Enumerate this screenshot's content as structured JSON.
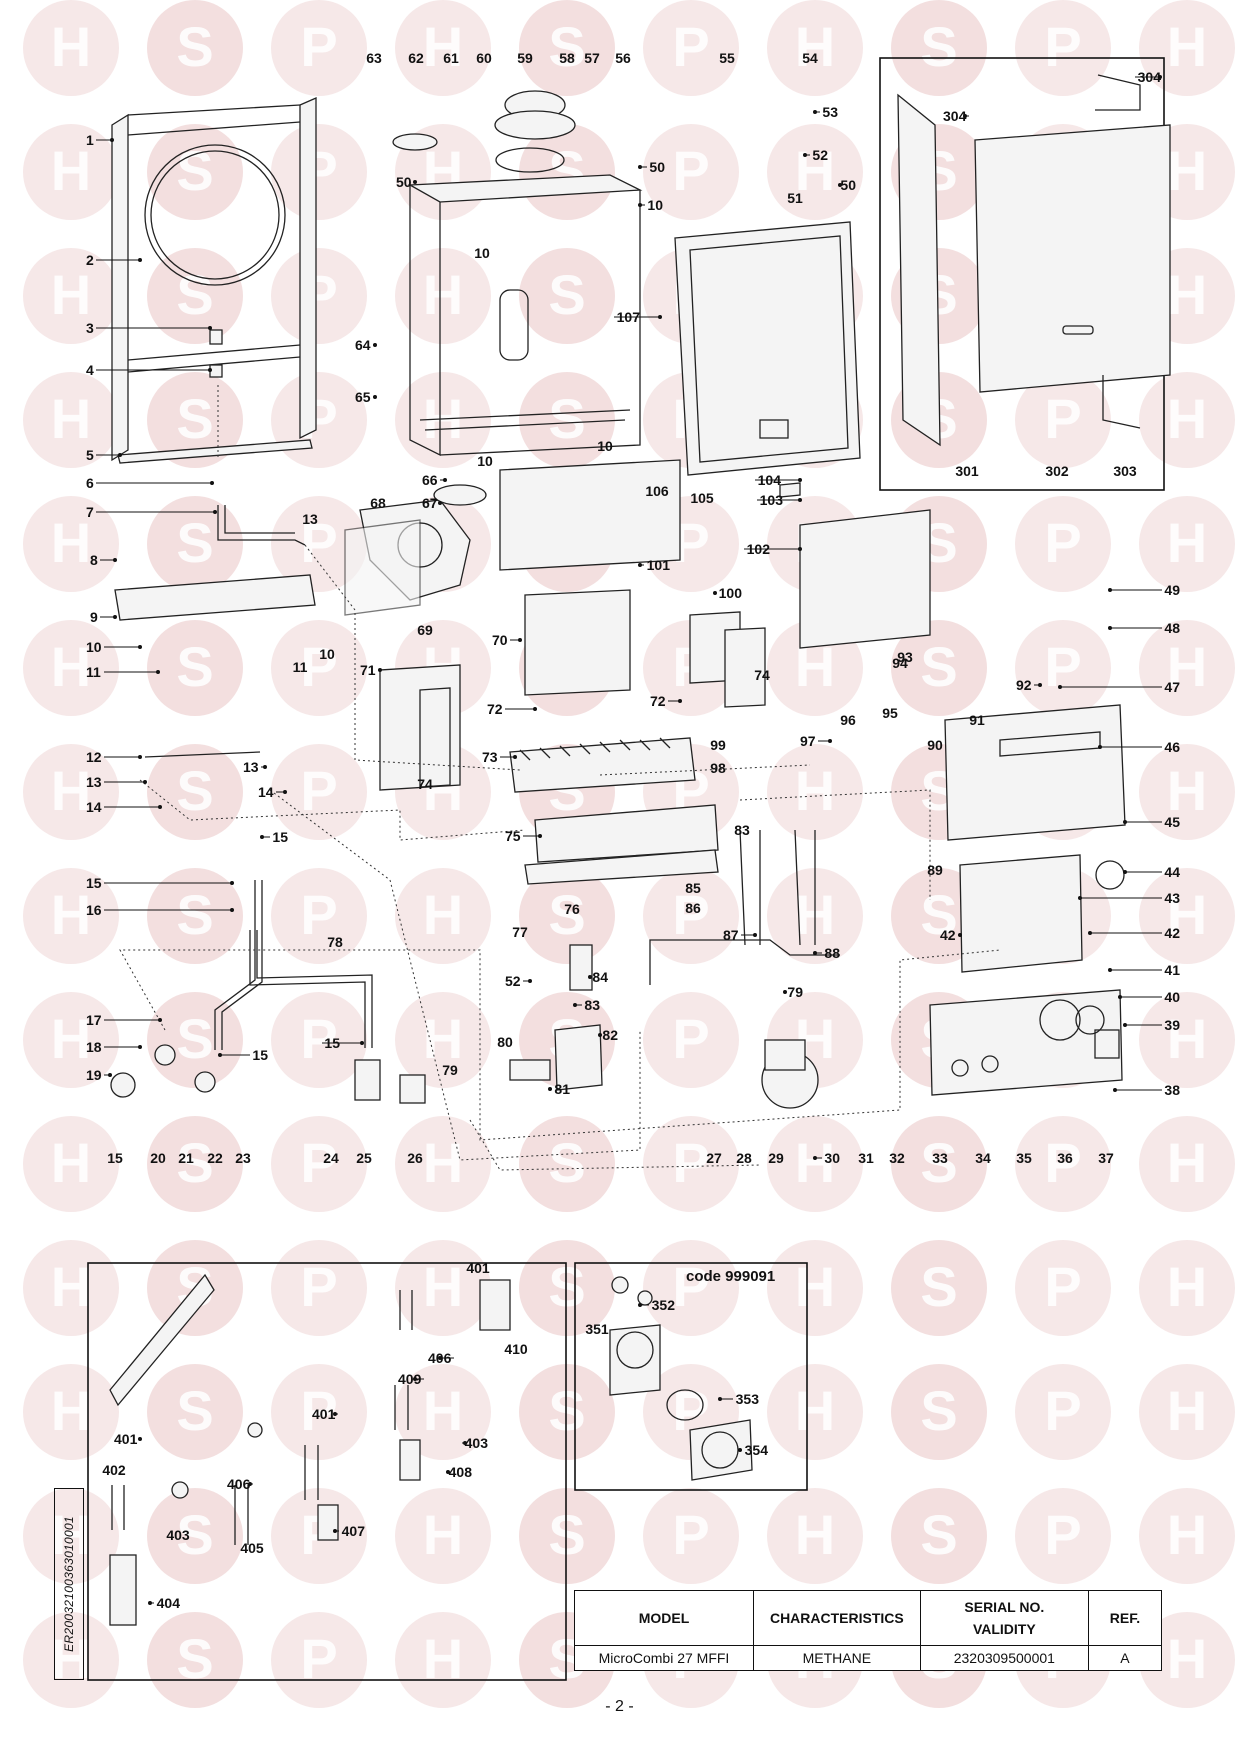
{
  "watermark": {
    "letters": [
      "H",
      "S",
      "P"
    ],
    "color": "#e9c5c5"
  },
  "callouts": [
    "1",
    "2",
    "3",
    "4",
    "5",
    "6",
    "7",
    "8",
    "9",
    "10",
    "11",
    "12",
    "13",
    "14",
    "15",
    "16",
    "17",
    "18",
    "19",
    "20",
    "21",
    "22",
    "23",
    "24",
    "25",
    "26",
    "27",
    "28",
    "29",
    "30",
    "31",
    "32",
    "33",
    "34",
    "35",
    "36",
    "37",
    "38",
    "39",
    "40",
    "41",
    "42",
    "43",
    "44",
    "45",
    "46",
    "47",
    "48",
    "49",
    "50",
    "51",
    "52",
    "53",
    "54",
    "55",
    "56",
    "57",
    "58",
    "59",
    "60",
    "61",
    "62",
    "63",
    "64",
    "65",
    "66",
    "67",
    "68",
    "69",
    "70",
    "71",
    "72",
    "73",
    "74",
    "75",
    "76",
    "77",
    "78",
    "79",
    "80",
    "81",
    "82",
    "83",
    "84",
    "85",
    "86",
    "87",
    "88",
    "89",
    "90",
    "91",
    "92",
    "93",
    "94",
    "95",
    "96",
    "97",
    "98",
    "99",
    "100",
    "101",
    "102",
    "103",
    "104",
    "105",
    "106",
    "107",
    "301",
    "302",
    "303",
    "304",
    "351",
    "352",
    "353",
    "354",
    "401",
    "402",
    "403",
    "404",
    "405",
    "406",
    "407",
    "408",
    "409",
    "410"
  ],
  "kit_code": "code 999091",
  "drawing_ref": "ER20032100363010001",
  "table": {
    "headers": {
      "model": "MODEL",
      "characteristics": "CHARACTERISTICS",
      "serial": "SERIAL NO. VALIDITY",
      "ref": "REF."
    },
    "row": {
      "model": "MicroCombi 27 MFFI",
      "characteristics": "METHANE",
      "serial": "2320309500001",
      "ref": "A"
    }
  },
  "page_number": "- 2 -"
}
